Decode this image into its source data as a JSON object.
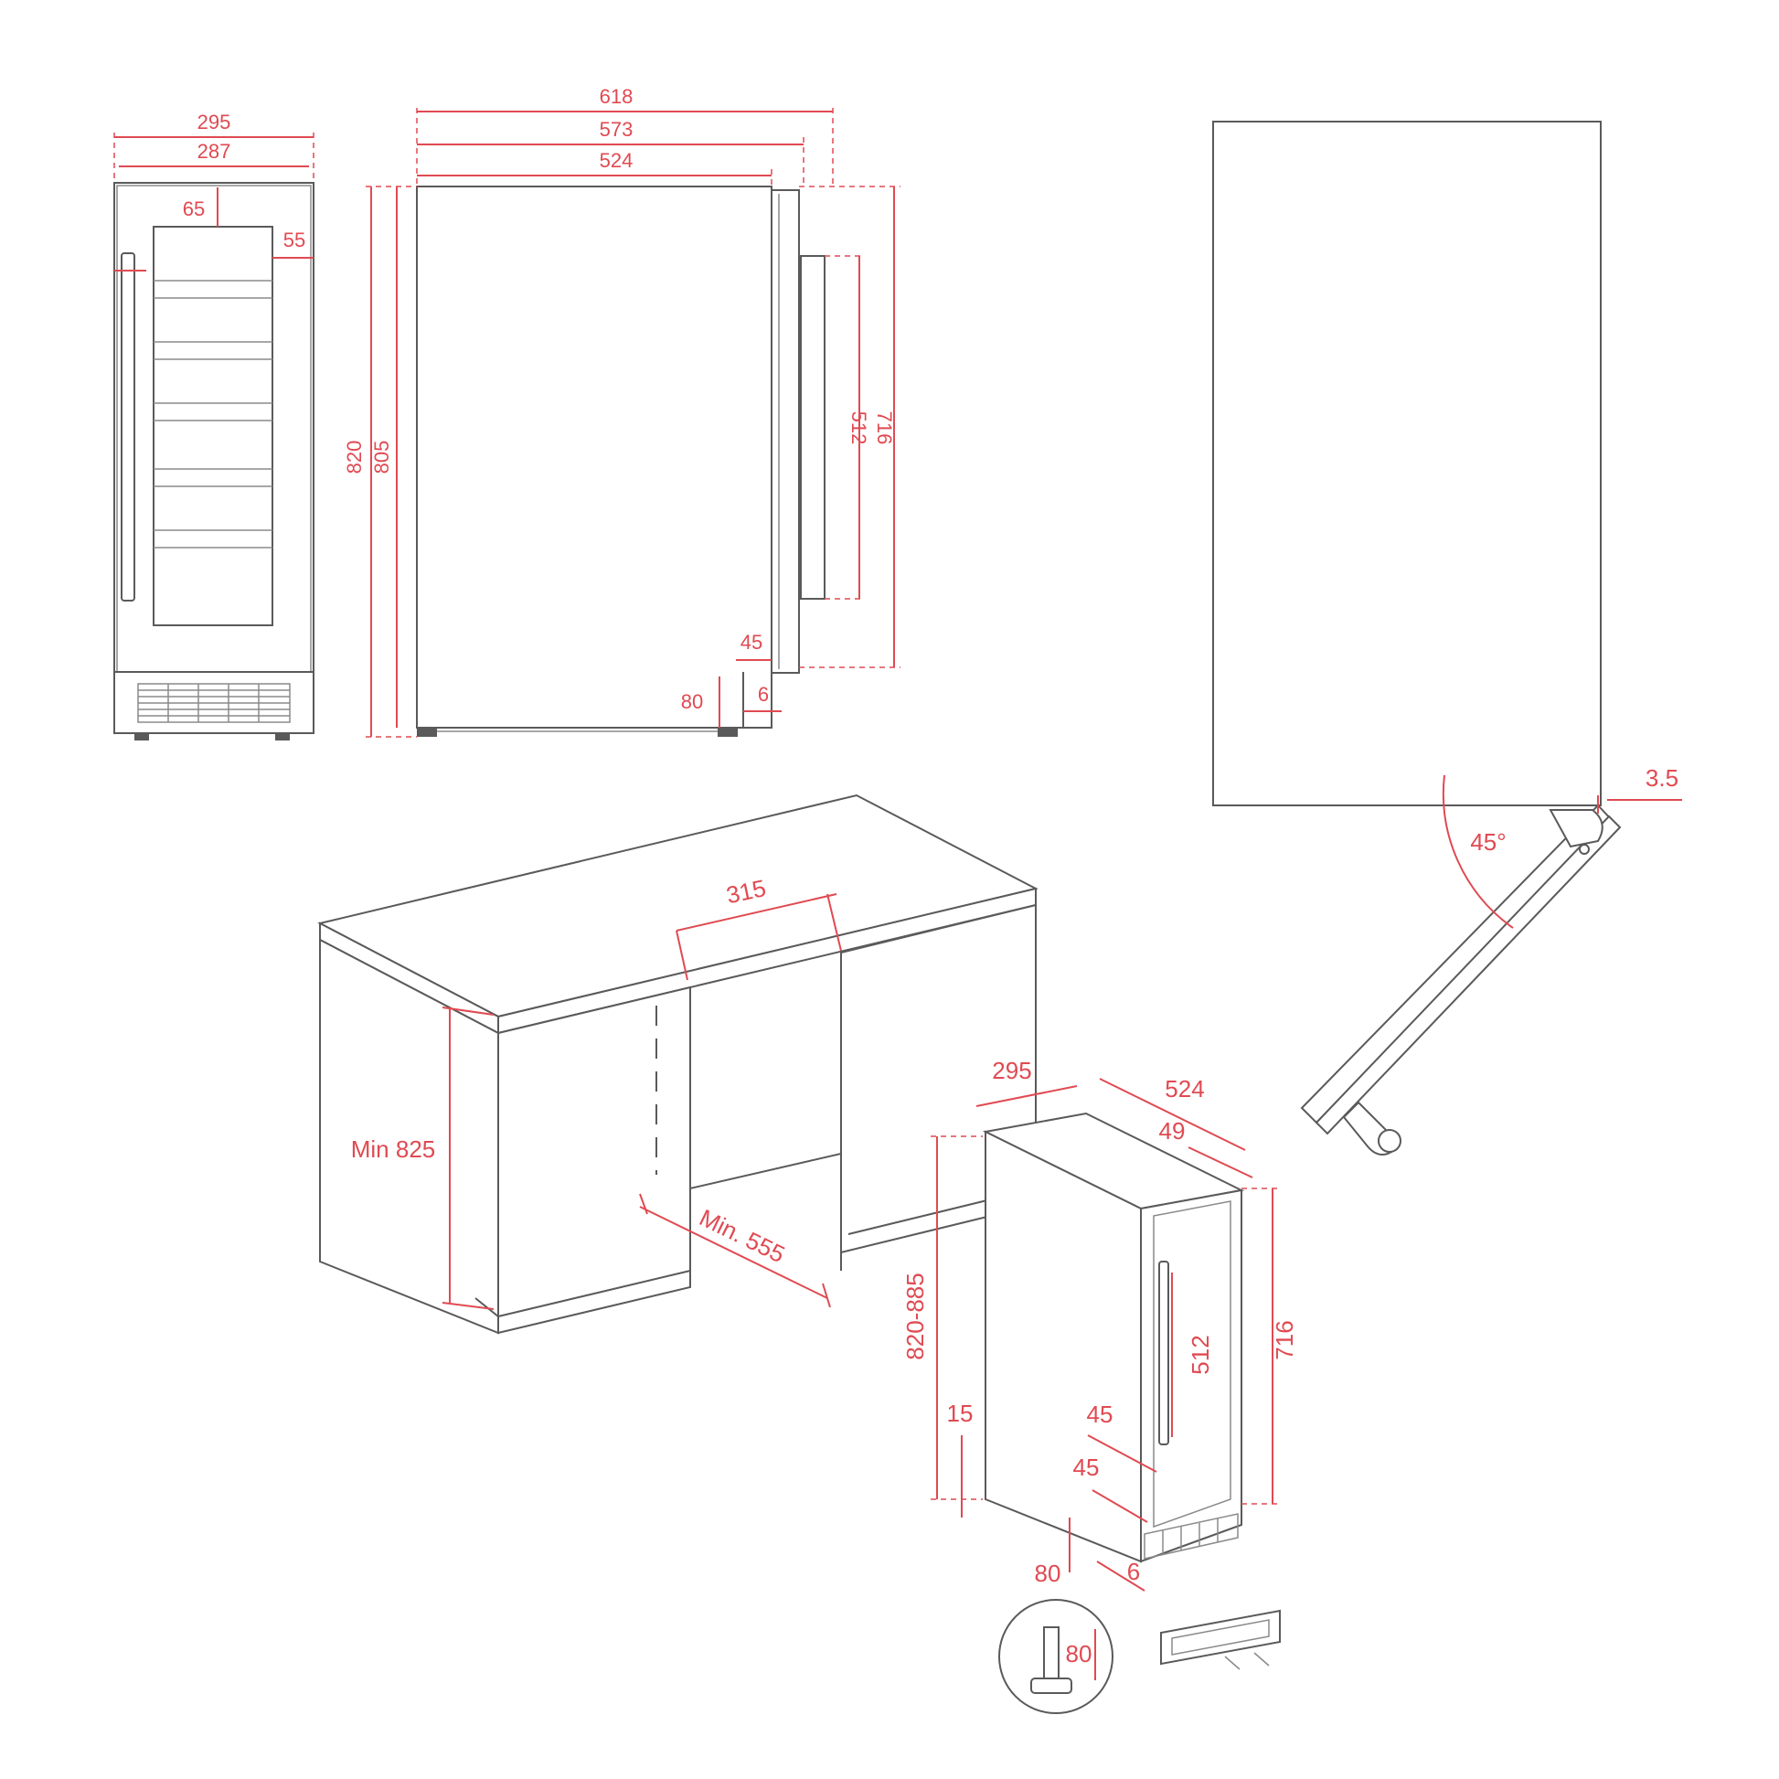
{
  "colors": {
    "line": "#5a5a5a",
    "dimension": "#e04a52",
    "background": "#ffffff"
  },
  "front_view": {
    "width_outer": "295",
    "width_inner": "287",
    "top_gap": "65",
    "side_gap": "55"
  },
  "side_view": {
    "depth_total": "618",
    "depth_with_door": "573",
    "depth_body": "524",
    "height_820": "820",
    "height_805": "805",
    "handle_length": "512",
    "door_height": "716",
    "offset_45": "45",
    "plinth_80": "80",
    "gap_6": "6"
  },
  "top_view": {
    "hinge_gap": "3.5",
    "opening_angle": "45°"
  },
  "installation": {
    "niche_width": "315",
    "niche_height": "Min 825",
    "niche_depth": "Min. 555",
    "unit_width": "295",
    "unit_depth": "524",
    "door_offset": "49",
    "height_range": "820-885",
    "handle_length": "512",
    "door_height": "716",
    "foot_gap": "15",
    "offset_a": "45",
    "offset_b": "45",
    "plinth": "80",
    "gap": "6",
    "foot_adjust": "80"
  }
}
